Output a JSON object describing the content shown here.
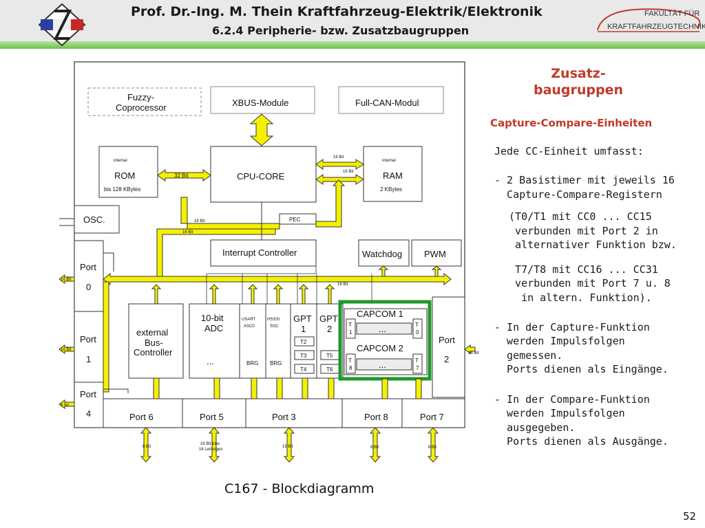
{
  "header": {
    "title_line1": "Prof. Dr.-Ing. M. Thein   Kraftfahrzeug-Elektrik/Elektronik",
    "title_line2": "6.2.4 Peripherie- bzw. Zusatzbaugruppen",
    "faculty_line1": "FAKULTÄT FÜR",
    "faculty_line2": "KRAFTFAHRZEUGTECHNIK"
  },
  "diagram": {
    "fuzzy": "Fuzzy-",
    "coprocessor": "Coprocessor",
    "xbus": "XBUS-Module",
    "fullcan": "Full-CAN-Modul",
    "rom_internal": "internal",
    "rom": "ROM",
    "rom_size": "bis 128 KBytes",
    "bus32": "32 Bit",
    "cpu": "CPU-CORE",
    "ram_internal": "internal",
    "ram": "RAM",
    "ram_size": "2 KBytes",
    "bit16_a": "16 Bit",
    "bit16_b": "16 Bit",
    "bit16_c": "16 Bit",
    "bit16_d": "16 Bit",
    "bit16_e": "16 Bit",
    "osc": "OSC.",
    "pec": "PEC",
    "interrupt": "Interrupt Controller",
    "watchdog": "Watchdog",
    "pwm": "PWM",
    "port0_a": "Port",
    "port0_b": "0",
    "port1_a": "Port",
    "port1_b": "1",
    "port4_a": "Port",
    "port4_b": "4",
    "port2_a": "Port",
    "port2_b": "2",
    "port0_bits": "16 Bit",
    "port1_bits": "16 Bit",
    "port4_bits": "8 Bit",
    "port2_bits": "16 Bit",
    "bus_bits": "16 Bit",
    "ext_bus1": "external",
    "ext_bus2": "Bus-",
    "ext_bus3": "Controller",
    "adc1": "10-bit",
    "adc2": "ADC",
    "adc_dots": "...",
    "usart1": "USART",
    "usart2": "ASC0",
    "hsssi1": "HSSSI",
    "hsssi2": "SSC",
    "brg1": "BRG",
    "brg2": "BRG",
    "gpt1a": "GPT",
    "gpt1b": "1",
    "gpt2a": "GPT",
    "gpt2b": "2",
    "t2": "T2",
    "t3": "T3",
    "t4": "T4",
    "t5": "T5",
    "t6": "T6",
    "capcom1": "CAPCOM 1",
    "capcom2": "CAPCOM 2",
    "cc_t1a": "T",
    "cc_t1b": "1",
    "cc_t0a": "T",
    "cc_t0b": "0",
    "cc_t8a": "T",
    "cc_t8b": "8",
    "cc_t7a": "T",
    "cc_t7b": "7",
    "cc_dots1": "...",
    "cc_dots2": "...",
    "port6": "Port 6",
    "port5": "Port 5",
    "port3": "Port 3",
    "port8": "Port 8",
    "port7": "Port 7",
    "p6_bits": "8 Bit",
    "p5_bits1": "16 Bit bzw.",
    "p5_bits2": "16 Leitungen",
    "p3_bits": "15 Bit",
    "p8_bits": "8 Bit",
    "p7_bits": "8 Bit",
    "caption": "C167 - Blockdiagramm"
  },
  "text": {
    "title_line1": "Zusatz-",
    "title_line2": "baugruppen",
    "subtitle": "Capture-Compare-Einheiten",
    "l1": "Jede CC-Einheit umfasst:",
    "l2": "- 2 Basistimer mit jeweils 16",
    "l3": "  Capture-Compare-Registern",
    "l4": " (T0/T1 mit CC0 ... CC15",
    "l5": "  verbunden mit Port 2 in",
    "l6": "  alternativer Funktion bzw.",
    "l7": "  T7/T8 mit CC16 ... CC31",
    "l8": "  verbunden mit Port 7 u. 8",
    "l9": "   in altern. Funktion).",
    "l10": "- In der Capture-Funktion",
    "l11": "  werden Impulsfolgen",
    "l12": "  gemessen.",
    "l13": "  Ports dienen als Eingänge.",
    "l14": "- In der Compare-Funktion",
    "l15": "  werden Impulsfolgen",
    "l16": "  ausgegeben.",
    "l17": "  Ports dienen als Ausgänge."
  },
  "page_number": "52",
  "colors": {
    "bus": "#f5f000",
    "highlight": "#1f9a2a",
    "accent": "#c0392b"
  }
}
